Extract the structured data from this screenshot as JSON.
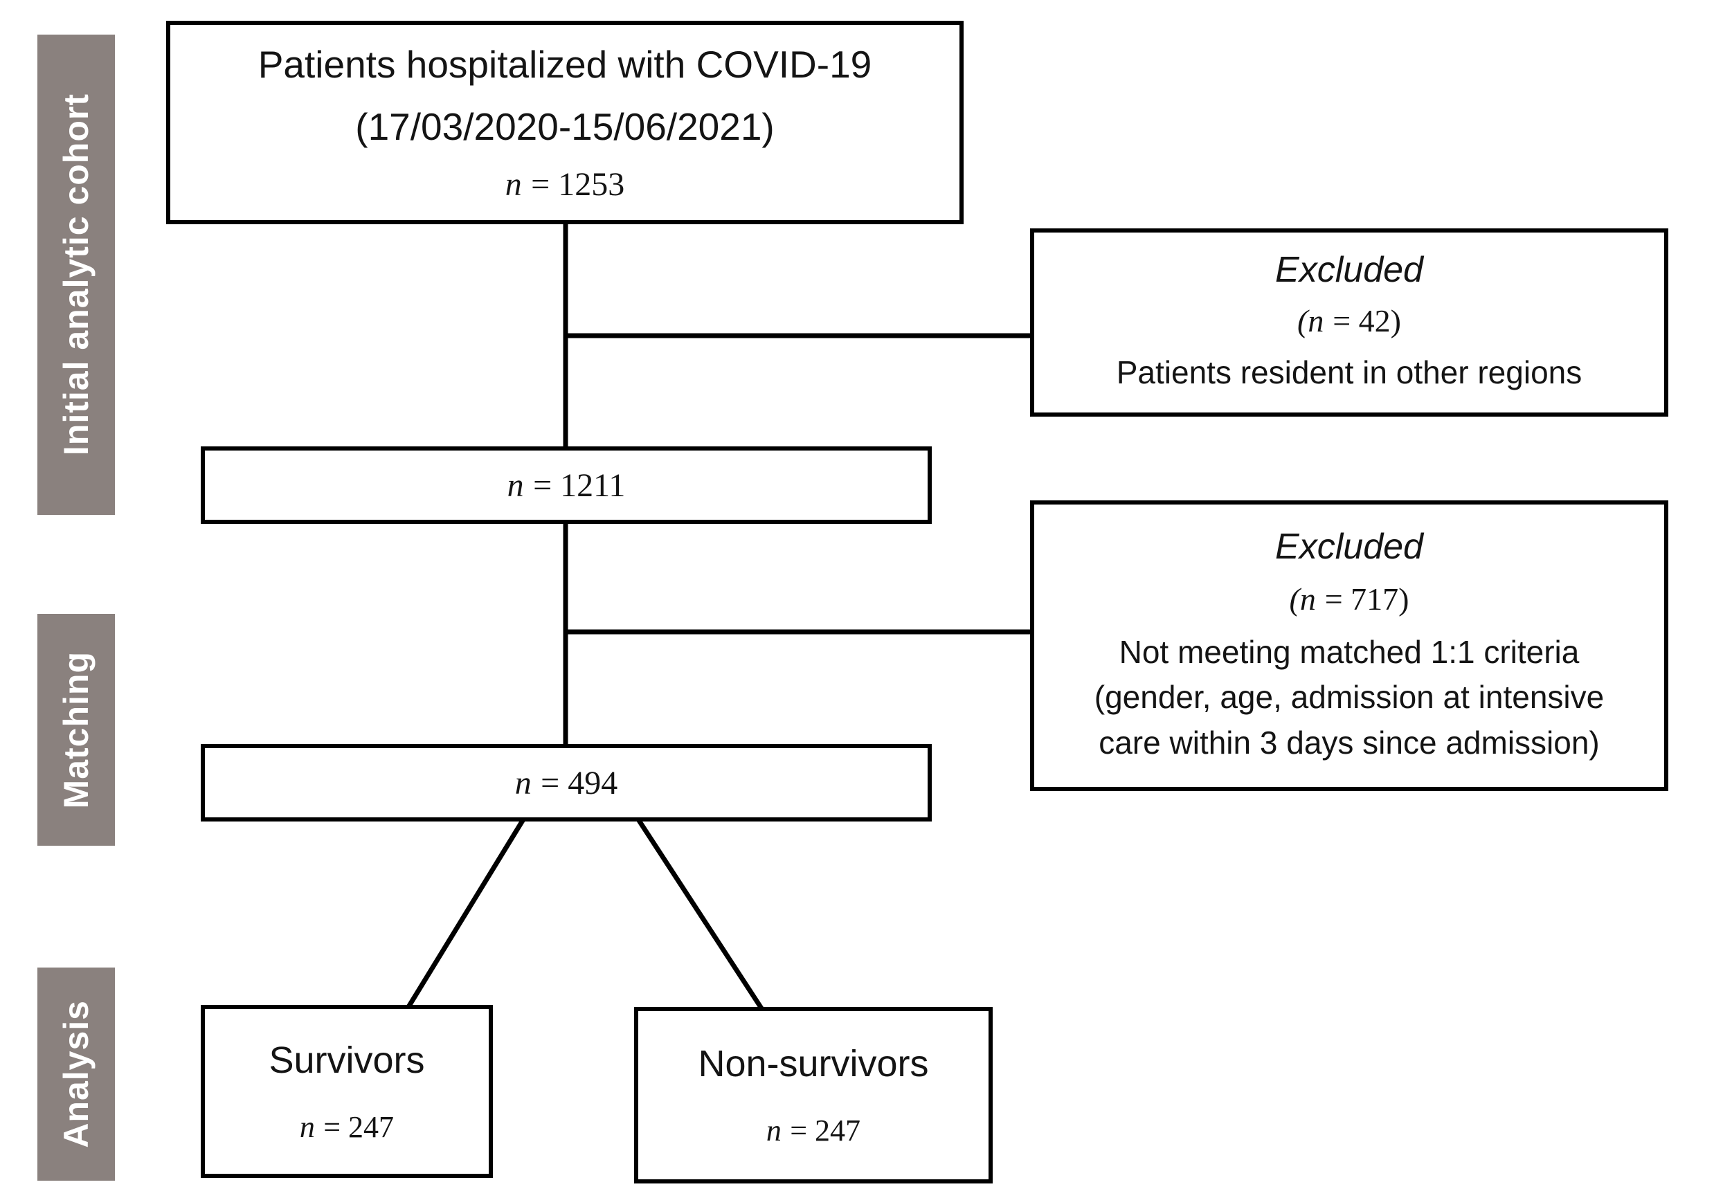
{
  "page": {
    "background_color": "#ffffff",
    "line_color": "#000000",
    "stage_bar_color": "#8a817e",
    "stage_text_color": "#ffffff"
  },
  "stages": {
    "items": [
      {
        "label": "Initial analytic cohort"
      },
      {
        "label": "Matching"
      },
      {
        "label": "Analysis"
      }
    ]
  },
  "flow": {
    "top_box": {
      "line1": "Patients hospitalized with COVID-19",
      "line2": "(17/03/2020-15/06/2021)",
      "n_symbol": "n",
      "n_value": "= 1253"
    },
    "excluded_1": {
      "title": "Excluded",
      "count_open": "(",
      "n_symbol": "n",
      "count_rest": "= 42)",
      "reasons": [
        "Patients resident in other regions"
      ]
    },
    "n1211_box": {
      "n_symbol": "n",
      "n_value": "= 1211"
    },
    "excluded_2": {
      "title": "Excluded",
      "count_open": "(",
      "n_symbol": "n",
      "count_rest": "= 717)",
      "reasons": [
        "Not meeting matched 1:1 criteria",
        "(gender, age, admission at intensive",
        "care within 3 days since admission)"
      ]
    },
    "n494_box": {
      "n_symbol": "n",
      "n_value": "= 494"
    },
    "survivors_box": {
      "label": "Survivors",
      "n_symbol": "n",
      "n_value": "= 247"
    },
    "nonsurvivors_box": {
      "label": "Non-survivors",
      "n_symbol": "n",
      "n_value": "= 247"
    }
  }
}
